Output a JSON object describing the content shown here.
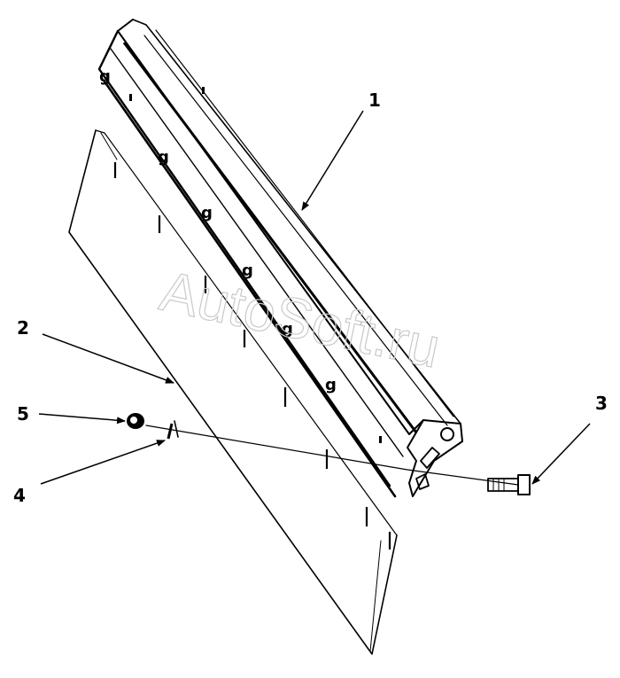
{
  "watermark": "AutoSoft.ru",
  "callouts": {
    "c1": "1",
    "c2": "2",
    "c3": "3",
    "c4": "4",
    "c5": "5"
  }
}
